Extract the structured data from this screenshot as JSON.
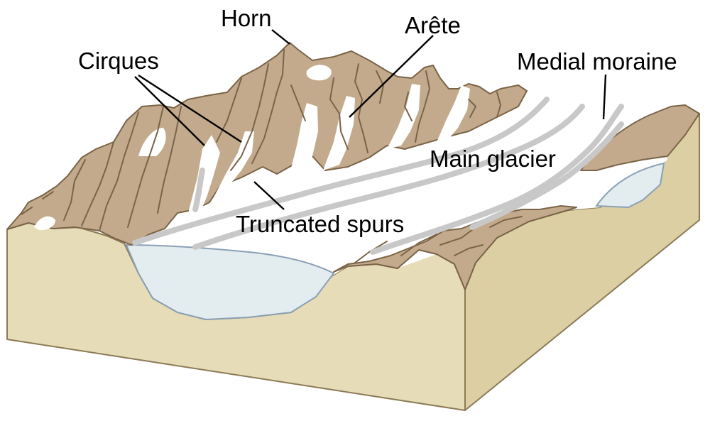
{
  "labels": {
    "horn": "Horn",
    "arete": "Arête",
    "cirques": "Cirques",
    "medial_moraine": "Medial moraine",
    "main_glacier": "Main glacier",
    "truncated_spurs": "Truncated spurs"
  },
  "colors": {
    "rock": "#c4aa8c",
    "rock_line": "#7a6448",
    "soil_front": "#e6dcb8",
    "soil_side": "#dccfa4",
    "soil_edge": "#8c7a56",
    "ice": "#ffffff",
    "lake": "#e3ecef",
    "lake_edge": "#8aa0b6",
    "moraine": "#c8c8c8"
  }
}
